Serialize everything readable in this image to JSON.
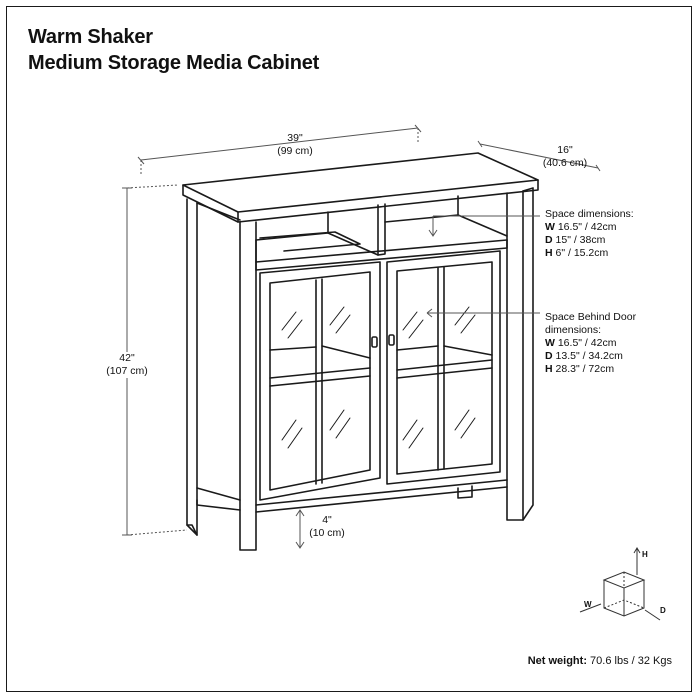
{
  "title": {
    "line1": "Warm Shaker",
    "line2": "Medium Storage Media Cabinet"
  },
  "dimensions": {
    "width": {
      "in": "39\"",
      "cm": "(99 cm)"
    },
    "depth": {
      "in": "16\"",
      "cm": "(40.6 cm)"
    },
    "height": {
      "in": "42\"",
      "cm": "(107 cm)"
    },
    "leg": {
      "in": "4\"",
      "cm": "(10 cm)"
    }
  },
  "space": {
    "heading1": "Space dimensions:",
    "w_key": "W",
    "w_val": "16.5\" / 42cm",
    "d_key": "D",
    "d_val": "15\" / 38cm",
    "h_key": "H",
    "h_val": "6\" / 15.2cm"
  },
  "door_space": {
    "heading1": "Space Behind Door",
    "heading2": "dimensions:",
    "w_key": "W",
    "w_val": "16.5\" / 42cm",
    "d_key": "D",
    "d_val": "13.5\" / 34.2cm",
    "h_key": "H",
    "h_val": "28.3\" / 72cm"
  },
  "axes": {
    "h": "H",
    "w": "W",
    "d": "D"
  },
  "weight": {
    "label": "Net weight:",
    "value": "70.6 lbs / 32 Kgs"
  },
  "colors": {
    "line": "#1a1a1a",
    "dim_line": "#555555"
  }
}
